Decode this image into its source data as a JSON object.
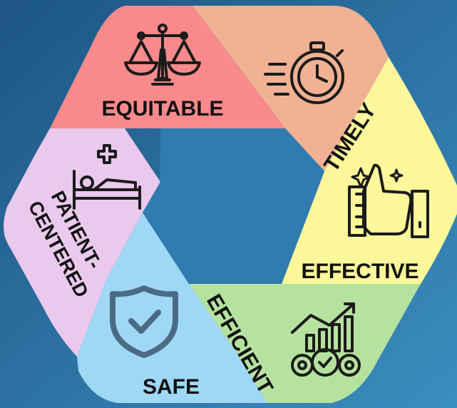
{
  "colors": {
    "background_top": "#1d5b86",
    "background_bottom": "#3a8bb9",
    "equitable": "#f98a8c",
    "timely": "#f0b292",
    "effective": "#fbf79a",
    "efficient": "#b6e2a0",
    "safe": "#9fd8f5",
    "patient_centered": "#eac9ec",
    "center": "#2f7cb0",
    "icon": "#1b1b1b",
    "shield": "#4b6b84"
  },
  "segments": [
    {
      "id": "equitable",
      "label": "EQUITABLE",
      "icon": "scales-of-justice-icon"
    },
    {
      "id": "timely",
      "label": "TIMELY",
      "icon": "stopwatch-icon"
    },
    {
      "id": "effective",
      "label": "EFFECTIVE",
      "icon": "thumbs-up-icon"
    },
    {
      "id": "efficient",
      "label": "EFFICIENT",
      "icon": "gears-growth-chart-icon"
    },
    {
      "id": "safe",
      "label": "SAFE",
      "icon": "shield-check-icon"
    },
    {
      "id": "patient_centered",
      "label_line1": "PATIENT-",
      "label_line2": "CENTERED",
      "icon": "hospital-bed-icon"
    }
  ]
}
